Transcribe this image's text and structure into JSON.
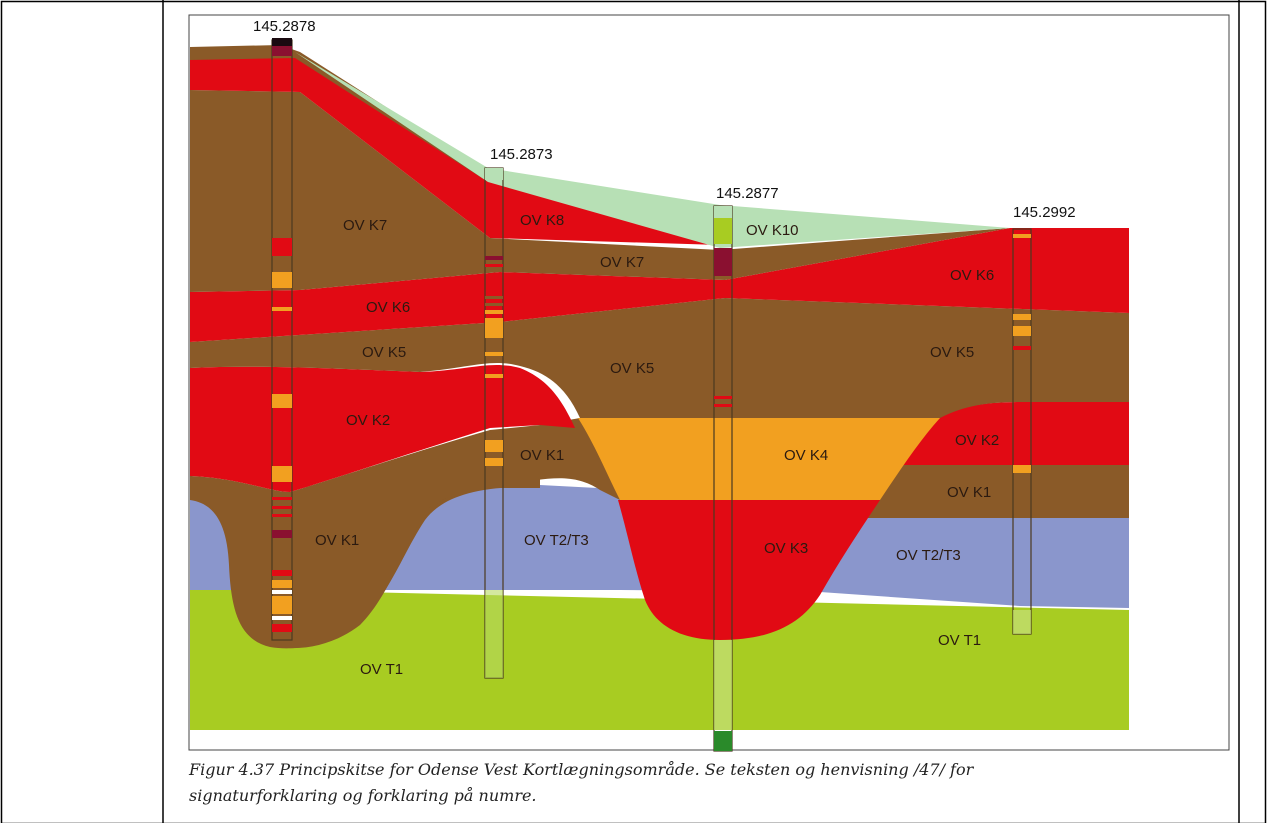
{
  "figure": {
    "caption_line1": "Figur 4.37 Principskitse for Odense Vest Kortlægningsområde. Se teksten og henvisning /47/ for",
    "caption_line2": "signaturforklaring og forklaring på numre.",
    "wells": [
      {
        "id": "145.2878"
      },
      {
        "id": "145.2873"
      },
      {
        "id": "145.2877"
      },
      {
        "id": "145.2992"
      }
    ],
    "layer_labels": {
      "k7_left": "OV K7",
      "k8": "OV K8",
      "k10": "OV K10",
      "k7_mid": "OV K7",
      "k6_left": "OV K6",
      "k6_right": "OV K6",
      "k5_left": "OV K5",
      "k5_mid": "OV K5",
      "k5_right": "OV K5",
      "k2_left": "OV K2",
      "k2_right": "OV K2",
      "k1_left": "OV K1",
      "k1_mid": "OV K1",
      "k1_right": "OV K1",
      "k4": "OV K4",
      "k3": "OV K3",
      "t2t3_mid": "OV T2/T3",
      "t2t3_right": "OV T2/T3",
      "t1_left": "OV T1",
      "t1_right": "OV T1"
    },
    "colors": {
      "brown": "#8a5a28",
      "red": "#e10a14",
      "orange": "#f2a020",
      "blue": "#8a96cc",
      "green": "#a8cc22",
      "light_green": "#b7e0b5",
      "dark_red": "#8a1030"
    }
  }
}
